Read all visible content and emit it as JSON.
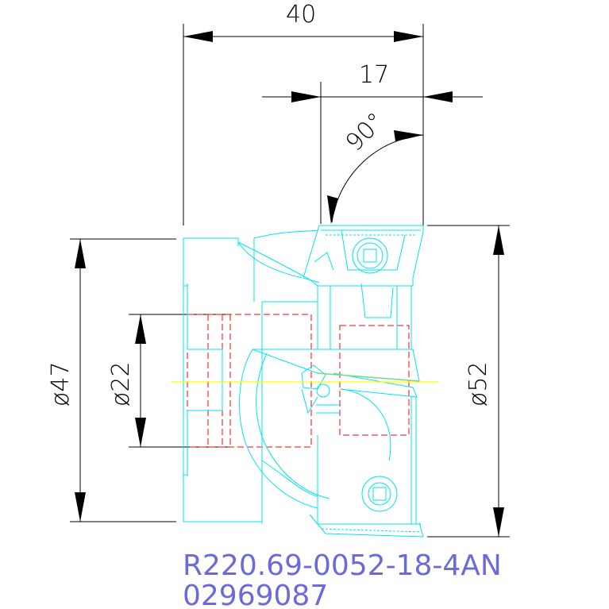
{
  "dimensions": {
    "width_total": "40",
    "width_insert": "17",
    "angle": "90°",
    "diameter_47": "ø47",
    "diameter_22": "ø22",
    "diameter_52": "ø52"
  },
  "part": {
    "designation": "R220.69-0052-18-4AN",
    "article_number": "02969087"
  },
  "colors": {
    "dimension_lines": "#000000",
    "outline": "#00ffff",
    "hidden_lines": "#ff0000",
    "center_line": "#ffff00",
    "text_code": "#6a6ad8"
  }
}
